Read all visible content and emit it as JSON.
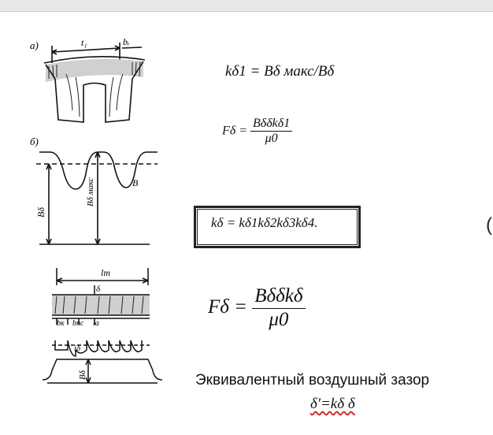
{
  "figure": {
    "label_a": "а)",
    "label_b": "б)",
    "t1": "t₁",
    "br": "bᵣ",
    "B_curve": "B",
    "B_delta": "Bδ",
    "B_delta_max": "Bδ макс",
    "lm": "lm",
    "delta": "δ",
    "bk": "bк",
    "bnc": "bnc",
    "la": "la",
    "i_delta": "iδ",
    "B_delta_bottom": "Bδ"
  },
  "formulas": {
    "f1": "kδ1 = Bδ макс/Bδ",
    "f2_lhs": "Fδ =",
    "f2_num": "BδδkΔ1",
    "f2_num_text": "Bδδkδ1",
    "f2_den": "μ0",
    "f3": "kδ = kδ1kδ2kδ3kδ4.",
    "f4_lhs": "Fδ =",
    "f4_num": "Bδδkδ",
    "f4_den": "μ0"
  },
  "caption": {
    "line1": "Эквивалентный воздушный зазор",
    "line2": "δ′=kδ δ"
  },
  "edge_glyph": "("
}
